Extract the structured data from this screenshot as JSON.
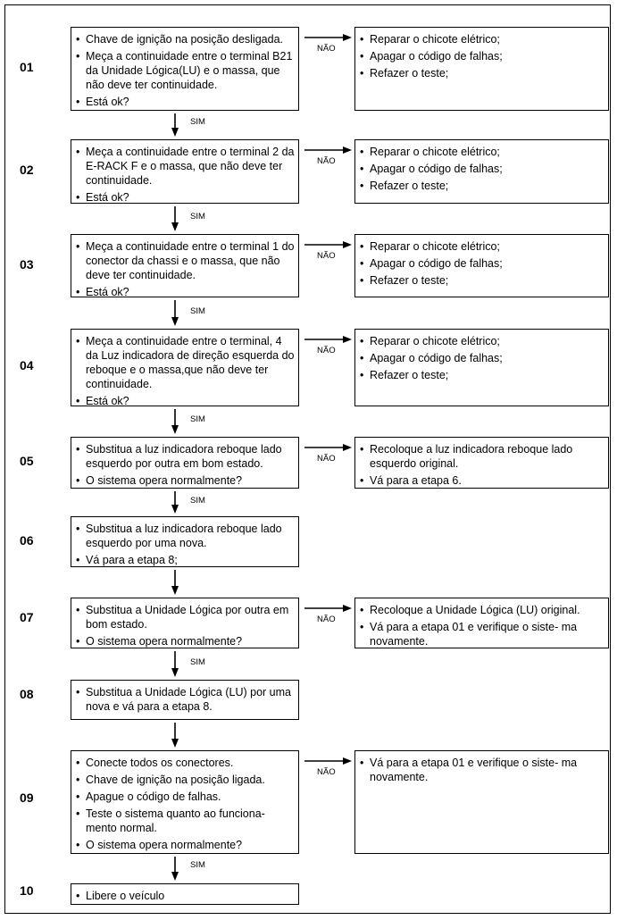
{
  "labels": {
    "yes": "SIM",
    "no": "NÃO"
  },
  "steps": [
    {
      "number": "01",
      "items": [
        "Chave de ignição na posição desligada.",
        "Meça a continuidade entre o terminal B21 da Unidade Lógica(LU) e o massa, que não deve ter continuidade.",
        "Está ok?"
      ],
      "no_items": [
        "Reparar o chicote elétrico;",
        "Apagar o código de falhas;",
        "Refazer o teste;"
      ]
    },
    {
      "number": "02",
      "items": [
        "Meça a continuidade entre o terminal 2 da E-RACK F e o massa, que não deve ter continuidade.",
        "Está ok?"
      ],
      "no_items": [
        "Reparar o chicote elétrico;",
        "Apagar o código de falhas;",
        "Refazer o teste;"
      ]
    },
    {
      "number": "03",
      "items": [
        "Meça a continuidade entre o terminal 1 do conector da chassi e o massa, que não deve ter continuidade.",
        "Está ok?"
      ],
      "no_items": [
        "Reparar o chicote elétrico;",
        "Apagar o código de falhas;",
        "Refazer o teste;"
      ]
    },
    {
      "number": "04",
      "items": [
        "Meça a continuidade entre o terminal, 4 da Luz indicadora de direção esquerda do reboque e o massa,que não deve ter continuidade.",
        "Está ok?"
      ],
      "no_items": [
        "Reparar o chicote elétrico;",
        "Apagar o código de falhas;",
        "Refazer o teste;"
      ]
    },
    {
      "number": "05",
      "items": [
        "Substitua a luz indicadora reboque lado esquerdo por outra em bom estado.",
        "O sistema opera normalmente?"
      ],
      "no_items": [
        "Recoloque a luz indicadora reboque lado esquerdo original.",
        "Vá para a etapa 6."
      ]
    },
    {
      "number": "06",
      "items": [
        "Substitua a luz indicadora reboque lado esquerdo por uma nova.",
        "Vá para a etapa 8;"
      ]
    },
    {
      "number": "07",
      "items": [
        "Substitua a Unidade Lógica por outra em bom estado.",
        "O sistema opera normalmente?"
      ],
      "no_items": [
        "Recoloque a Unidade Lógica (LU) original.",
        "Vá para a etapa 01 e verifique o siste- ma novamente."
      ]
    },
    {
      "number": "08",
      "items": [
        "Substitua a Unidade Lógica (LU) por uma nova e vá para a etapa 8."
      ]
    },
    {
      "number": "09",
      "items": [
        "Conecte todos os conectores.",
        "Chave de ignição na posição ligada.",
        "Apague o código de falhas.",
        "Teste o sistema quanto ao funciona- mento normal.",
        "O sistema opera normalmente?"
      ],
      "no_items": [
        "Vá para a etapa 01 e verifique o siste- ma novamente."
      ]
    },
    {
      "number": "10",
      "items": [
        "Libere o veículo"
      ]
    }
  ]
}
